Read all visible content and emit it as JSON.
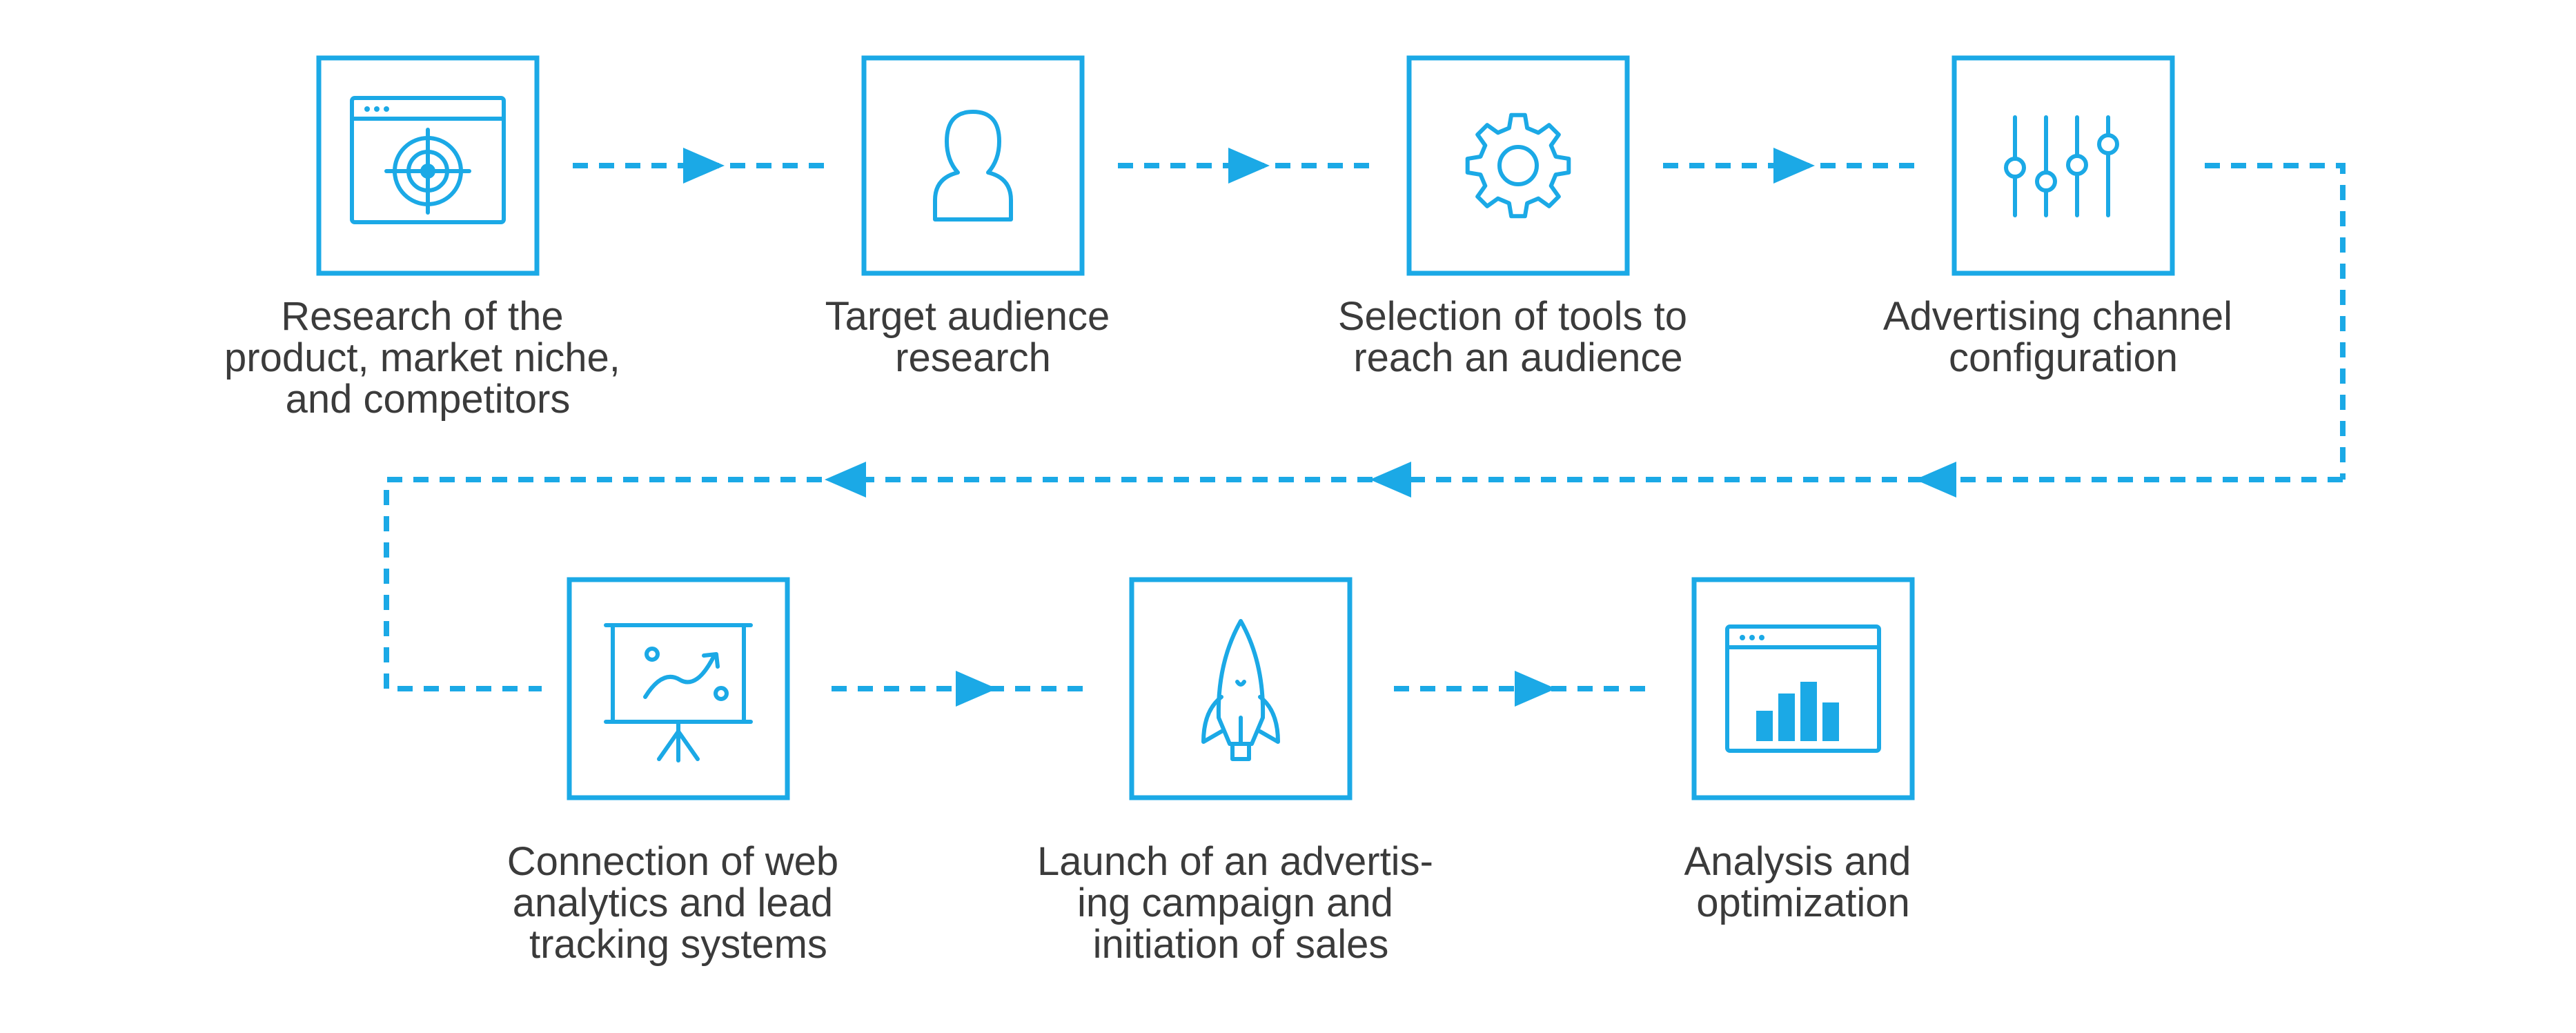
{
  "colors": {
    "accent": "#1ba9e6",
    "text": "#3b3b3b",
    "background": "#ffffff"
  },
  "steps": [
    {
      "icon": "browser-target-icon",
      "label": [
        "Research of the",
        "product, market niche,",
        "and competitors"
      ]
    },
    {
      "icon": "user-icon",
      "label": [
        "Target audience",
        "research"
      ]
    },
    {
      "icon": "gear-icon",
      "label": [
        "Selection of tools to",
        "reach an audience"
      ]
    },
    {
      "icon": "sliders-icon",
      "label": [
        "Advertising channel",
        "configuration"
      ]
    },
    {
      "icon": "presentation-board-icon",
      "label": [
        "Connection of web",
        "analytics and lead",
        "tracking systems"
      ]
    },
    {
      "icon": "rocket-icon",
      "label": [
        "Launch of an advertis-",
        "ing campaign and",
        "initiation of sales"
      ]
    },
    {
      "icon": "browser-bar-chart-icon",
      "label": [
        "Analysis and",
        "optimization"
      ]
    }
  ]
}
